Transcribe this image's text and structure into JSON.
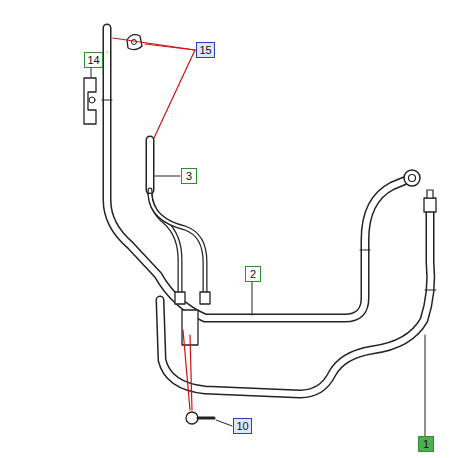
{
  "diagram": {
    "nodes": [
      {
        "text": [
          "15"
        ]
      },
      {
        "text": [
          "14"
        ]
      },
      {
        "text": [
          "3"
        ]
      },
      {
        "text": [
          "2"
        ]
      },
      {
        "text": [
          "1"
        ]
      },
      {
        "text": [
          "10"
        ]
      }
    ]
  }
}
